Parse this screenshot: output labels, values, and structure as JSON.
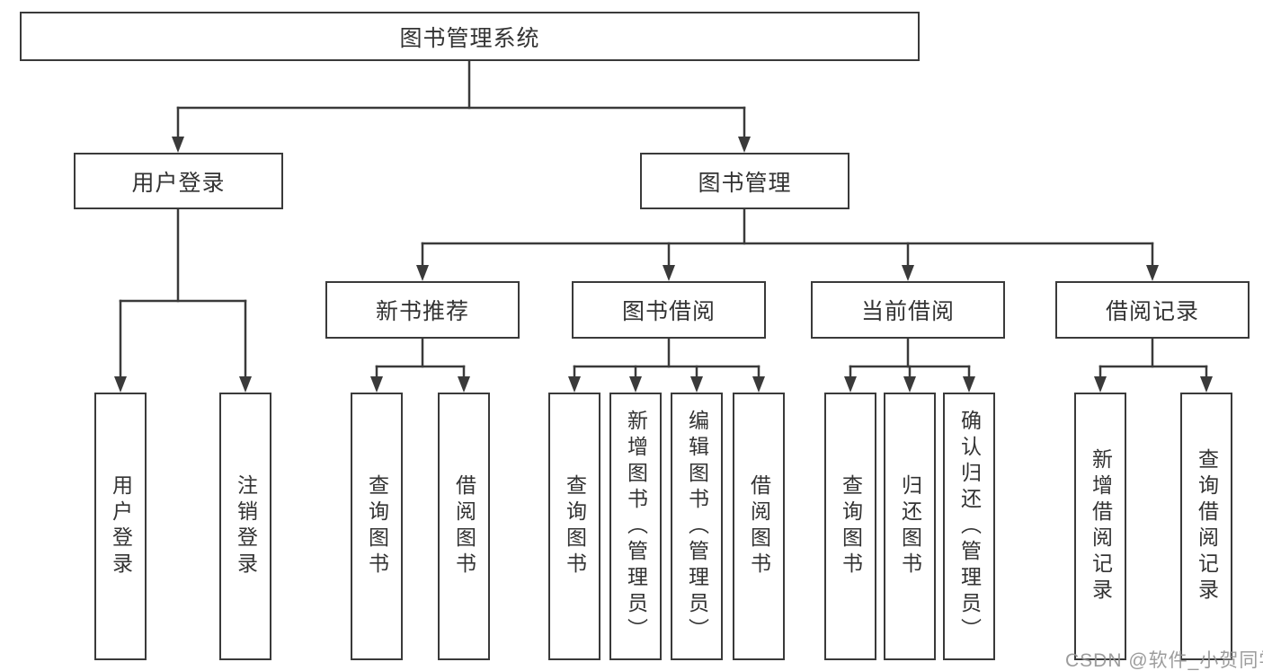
{
  "diagram": {
    "root": {
      "label": "图书管理系统"
    },
    "branches": [
      {
        "label": "用户登录",
        "children": [
          {
            "label": "用户登录"
          },
          {
            "label": "注销登录"
          }
        ]
      },
      {
        "label": "图书管理",
        "children": [
          {
            "label": "新书推荐",
            "children": [
              {
                "label": "查询图书"
              },
              {
                "label": "借阅图书"
              }
            ]
          },
          {
            "label": "图书借阅",
            "children": [
              {
                "label": "查询图书"
              },
              {
                "label": "新增图书（管理员）"
              },
              {
                "label": "编辑图书（管理员）"
              },
              {
                "label": "借阅图书"
              }
            ]
          },
          {
            "label": "当前借阅",
            "children": [
              {
                "label": "查询图书"
              },
              {
                "label": "归还图书"
              },
              {
                "label": "确认归还（管理员）"
              }
            ]
          },
          {
            "label": "借阅记录",
            "children": [
              {
                "label": "新增借阅记录"
              },
              {
                "label": "查询借阅记录"
              }
            ]
          }
        ]
      }
    ]
  },
  "watermark": "CSDN @软件_小贺同学",
  "colors": {
    "line": "#3a3a3a",
    "text": "#333333",
    "background": "#ffffff",
    "watermark": "#919191"
  }
}
